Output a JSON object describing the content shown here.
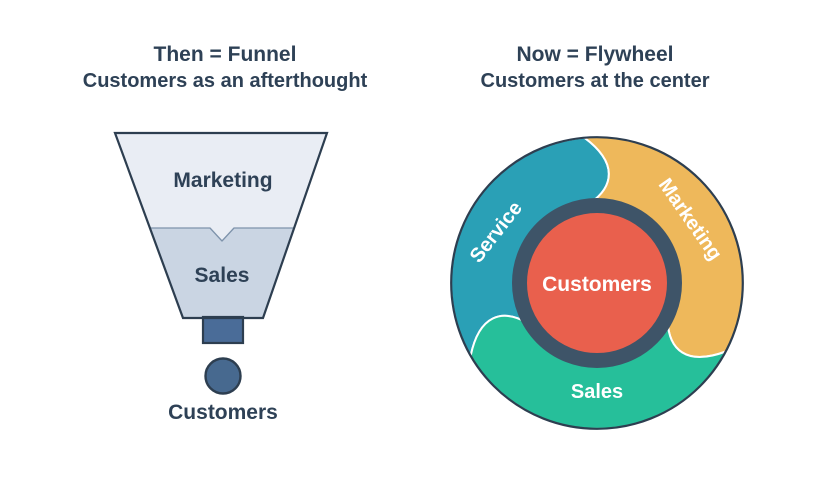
{
  "left_panel": {
    "title": "Then = Funnel",
    "subtitle": "Customers as an afterthought",
    "stage_marketing": "Marketing",
    "stage_sales": "Sales",
    "outlet_label": "Customers",
    "colors": {
      "marketing_fill": "#e9edf4",
      "sales_fill": "#cad5e3",
      "spout_fill": "#4a6c98",
      "dot_fill": "#47698f",
      "outline": "#2d3e50",
      "divider": "#7e93ab",
      "label_text": "#2e4156"
    }
  },
  "right_panel": {
    "title": "Now = Flywheel",
    "subtitle": "Customers at the center",
    "center_label": "Customers",
    "segments": [
      {
        "label": "Service",
        "color": "#2aa0b6"
      },
      {
        "label": "Marketing",
        "color": "#eeb85b"
      },
      {
        "label": "Sales",
        "color": "#26bf9a"
      }
    ],
    "colors": {
      "center_fill": "#e9604d",
      "ring": "#3e5468",
      "outline": "#2d3e50",
      "separator": "#ffffff",
      "segment_label_text": "#ffffff"
    }
  },
  "heading_color": "#2e4156"
}
